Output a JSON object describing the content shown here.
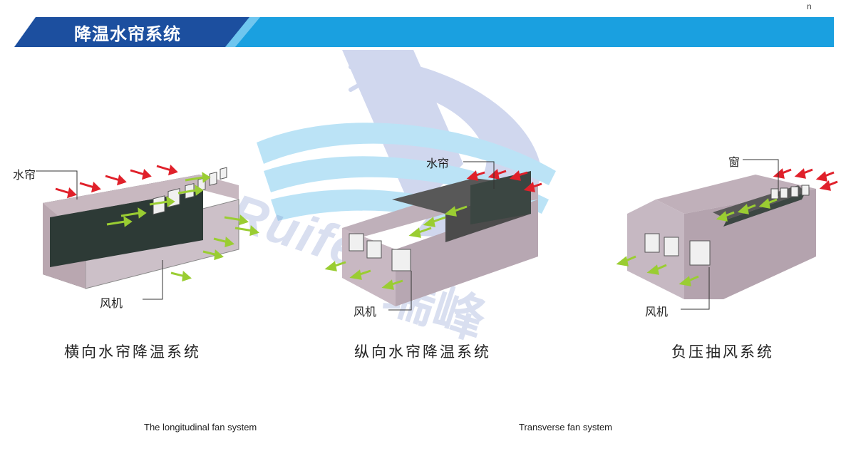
{
  "header": {
    "title": "降温水帘系统",
    "corner_mark": "n",
    "colors": {
      "dark_blue": "#1c4f9f",
      "light_blue": "#1aa0e0"
    }
  },
  "watermark": {
    "brand_latin": "Ruifeng",
    "brand_cn": "瑞峰"
  },
  "diagrams": [
    {
      "id": "horizontal",
      "callouts": {
        "curtain": "水帘",
        "fan": "风机"
      },
      "caption_cn": "横向水帘降温系统",
      "caption_en": "The longitudinal fan system"
    },
    {
      "id": "longitudinal",
      "callouts": {
        "curtain": "水帘",
        "fan": "风机"
      },
      "caption_cn": "纵向水帘降温系统",
      "caption_en": "Transverse fan system"
    },
    {
      "id": "negative-pressure",
      "callouts": {
        "window": "窗",
        "fan": "风机"
      },
      "caption_cn": "负压抽风系统"
    }
  ],
  "arrow_colors": {
    "intake": "#e0202a",
    "exhaust": "#9acd32"
  }
}
